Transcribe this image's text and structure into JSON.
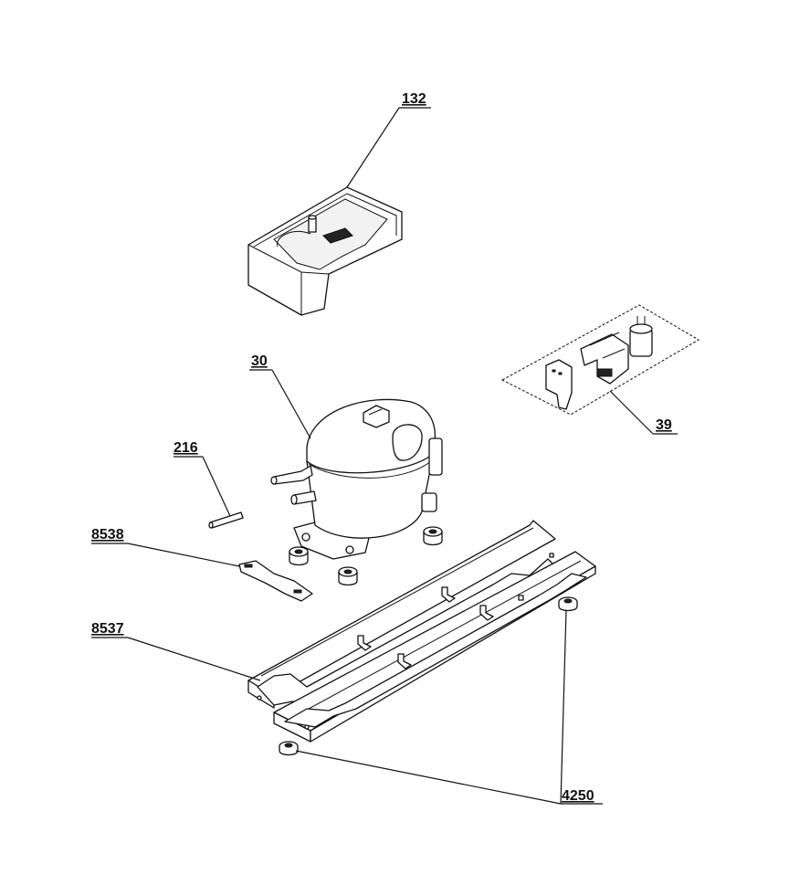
{
  "labels": {
    "drip_tray": "132",
    "compressor": "30",
    "electrical_kit": "39",
    "tube": "216",
    "clamp_plate": "8538",
    "base_rails": "8537",
    "rubber_feet": "4250"
  }
}
